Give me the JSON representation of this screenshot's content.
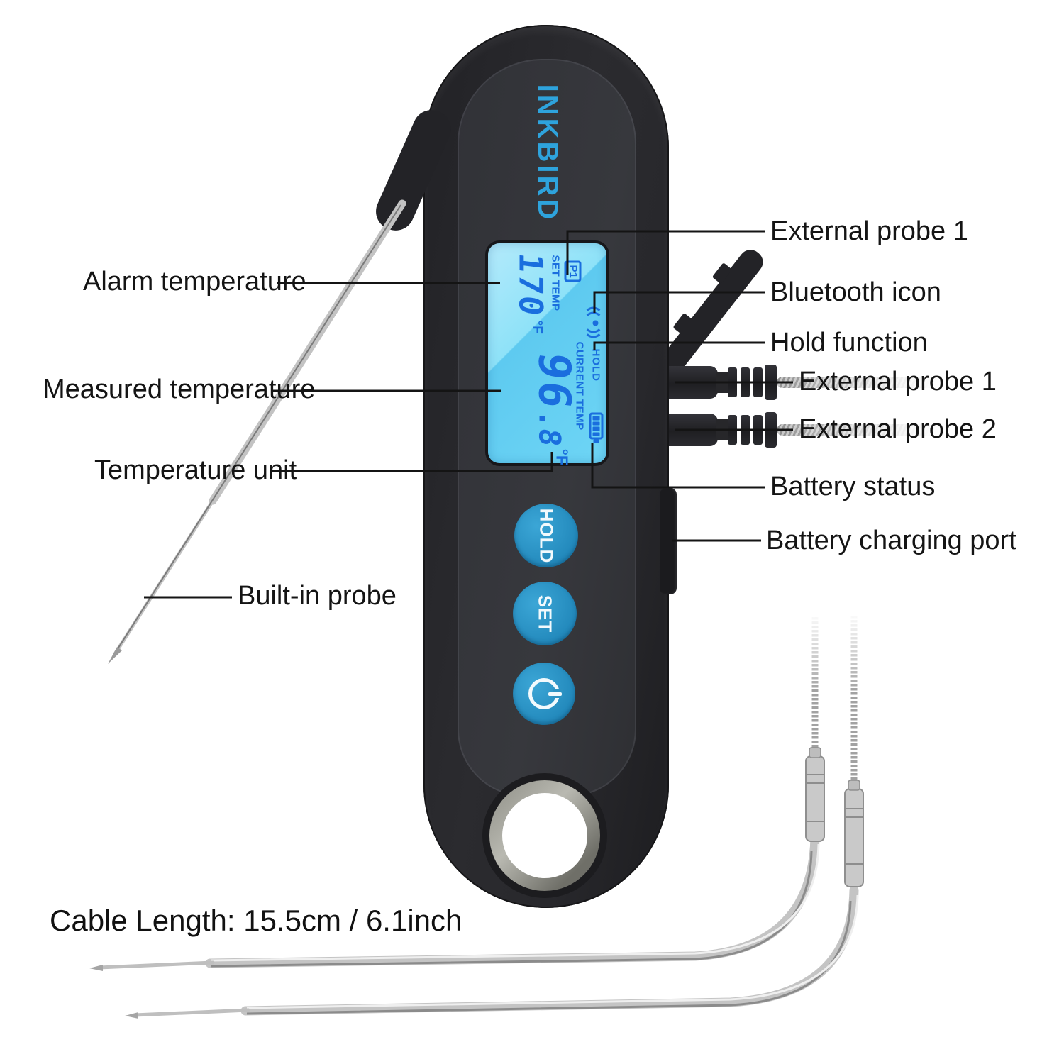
{
  "device": {
    "brand_logo": "INKBIRD"
  },
  "lcd": {
    "probe_badge": "P1",
    "set": {
      "label": "SET TEMP",
      "value": "170",
      "unit": "°F"
    },
    "hold_indicator": "HOLD",
    "current": {
      "label": "CURRENT TEMP",
      "value_int": "96",
      "value_dec": ".8",
      "unit": "°F"
    },
    "icons": {
      "bluetooth": "bluetooth-signal-icon",
      "battery": "battery-level-icon"
    }
  },
  "buttons": {
    "hold": "HOLD",
    "set": "SET",
    "power_icon": "power-icon"
  },
  "callouts": {
    "alarm_temperature": "Alarm temperature",
    "measured_temperature": "Measured temperature",
    "temperature_unit": "Temperature unit",
    "built_in_probe": "Built-in probe",
    "external_probe_1_display": "External probe 1",
    "bluetooth_icon": "Bluetooth icon",
    "hold_function": "Hold function",
    "external_probe_1_plug": "External probe 1",
    "external_probe_2_plug": "External probe 2",
    "battery_status": "Battery status",
    "battery_charging_port": "Battery charging port"
  },
  "caption": {
    "cable_length": "Cable Length: 15.5cm / 6.1inch"
  },
  "colors": {
    "accent_blue": "#2ea3dc",
    "lcd_background": "#6ed5f5",
    "lcd_digit_blue": "#1a6ede",
    "body_dark": "#28282c",
    "button_blue": "#2a93c5",
    "callout_line": "#141414"
  }
}
